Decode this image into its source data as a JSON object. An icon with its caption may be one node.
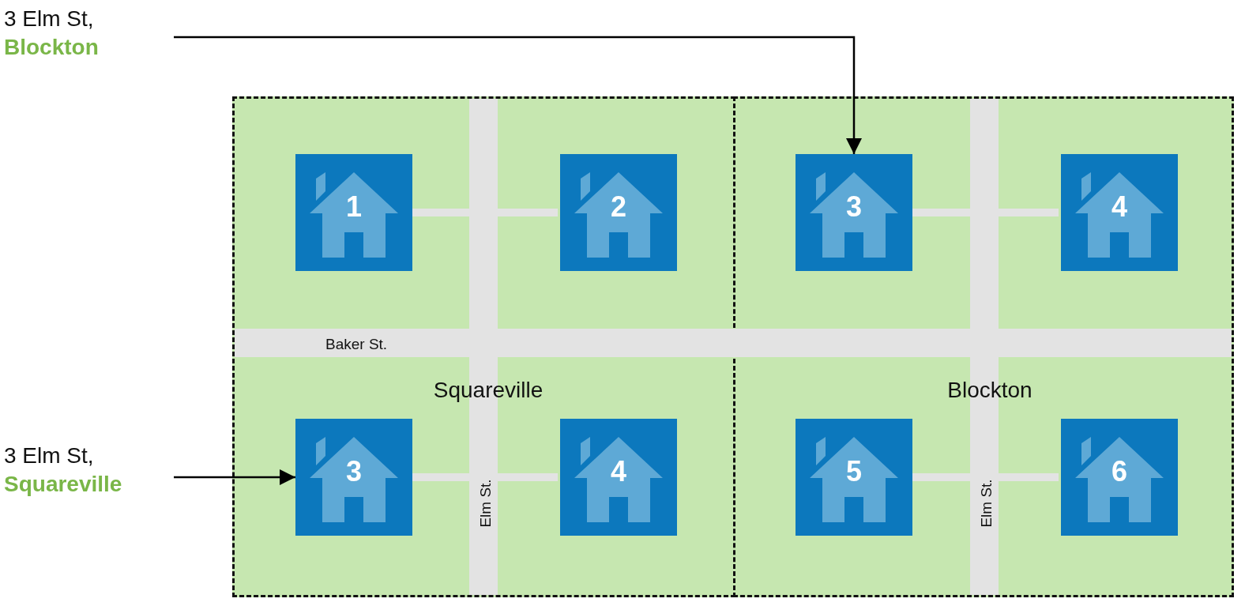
{
  "diagram": {
    "nodes": [
      {
        "text": [
          "3 Elm St,",
          "Blockton"
        ]
      },
      {
        "text": [
          "Squareville"
        ]
      },
      {
        "text": [
          "1"
        ],
        "in": 1
      },
      {
        "text": [
          "2"
        ],
        "in": 1
      },
      {
        "text": [
          "3"
        ],
        "in": 1
      },
      {
        "text": [
          "4"
        ],
        "in": 1
      },
      {
        "text": [
          "Blockton"
        ]
      },
      {
        "text": [
          "3"
        ],
        "in": 6
      },
      {
        "text": [
          "4"
        ],
        "in": 6
      },
      {
        "text": [
          "5"
        ],
        "in": 6
      },
      {
        "text": [
          "6"
        ],
        "in": 6
      },
      {
        "text": [
          "3 Elm St,",
          "Squareville"
        ]
      }
    ],
    "edges": [
      {
        "from": 0,
        "to": 7,
        "arrow": "to"
      },
      {
        "from": 11,
        "to": 4,
        "arrow": "to"
      }
    ],
    "labels": [
      "Baker St.",
      "Elm St.",
      "Elm St."
    ]
  }
}
